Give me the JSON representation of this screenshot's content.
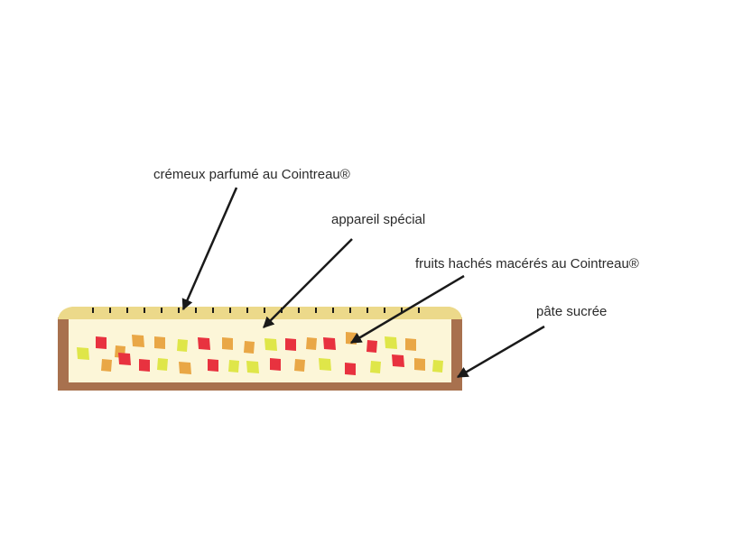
{
  "labels": {
    "cremeux": "crémeux parfumé au Cointreau®",
    "appareil": "appareil spécial",
    "fruits": "fruits hachés macérés au Cointreau®",
    "pate": "pâte sucrée"
  },
  "colors": {
    "background": "#ffffff",
    "pastry_crust": "#a8714e",
    "filling_cream": "#fcf6d8",
    "cremeux_layer": "#ecd98a",
    "fruit_red": "#e8323f",
    "fruit_orange": "#e9a746",
    "fruit_yellow": "#dfe649",
    "arrow": "#1a1a1a",
    "text": "#2b2b2b"
  }
}
